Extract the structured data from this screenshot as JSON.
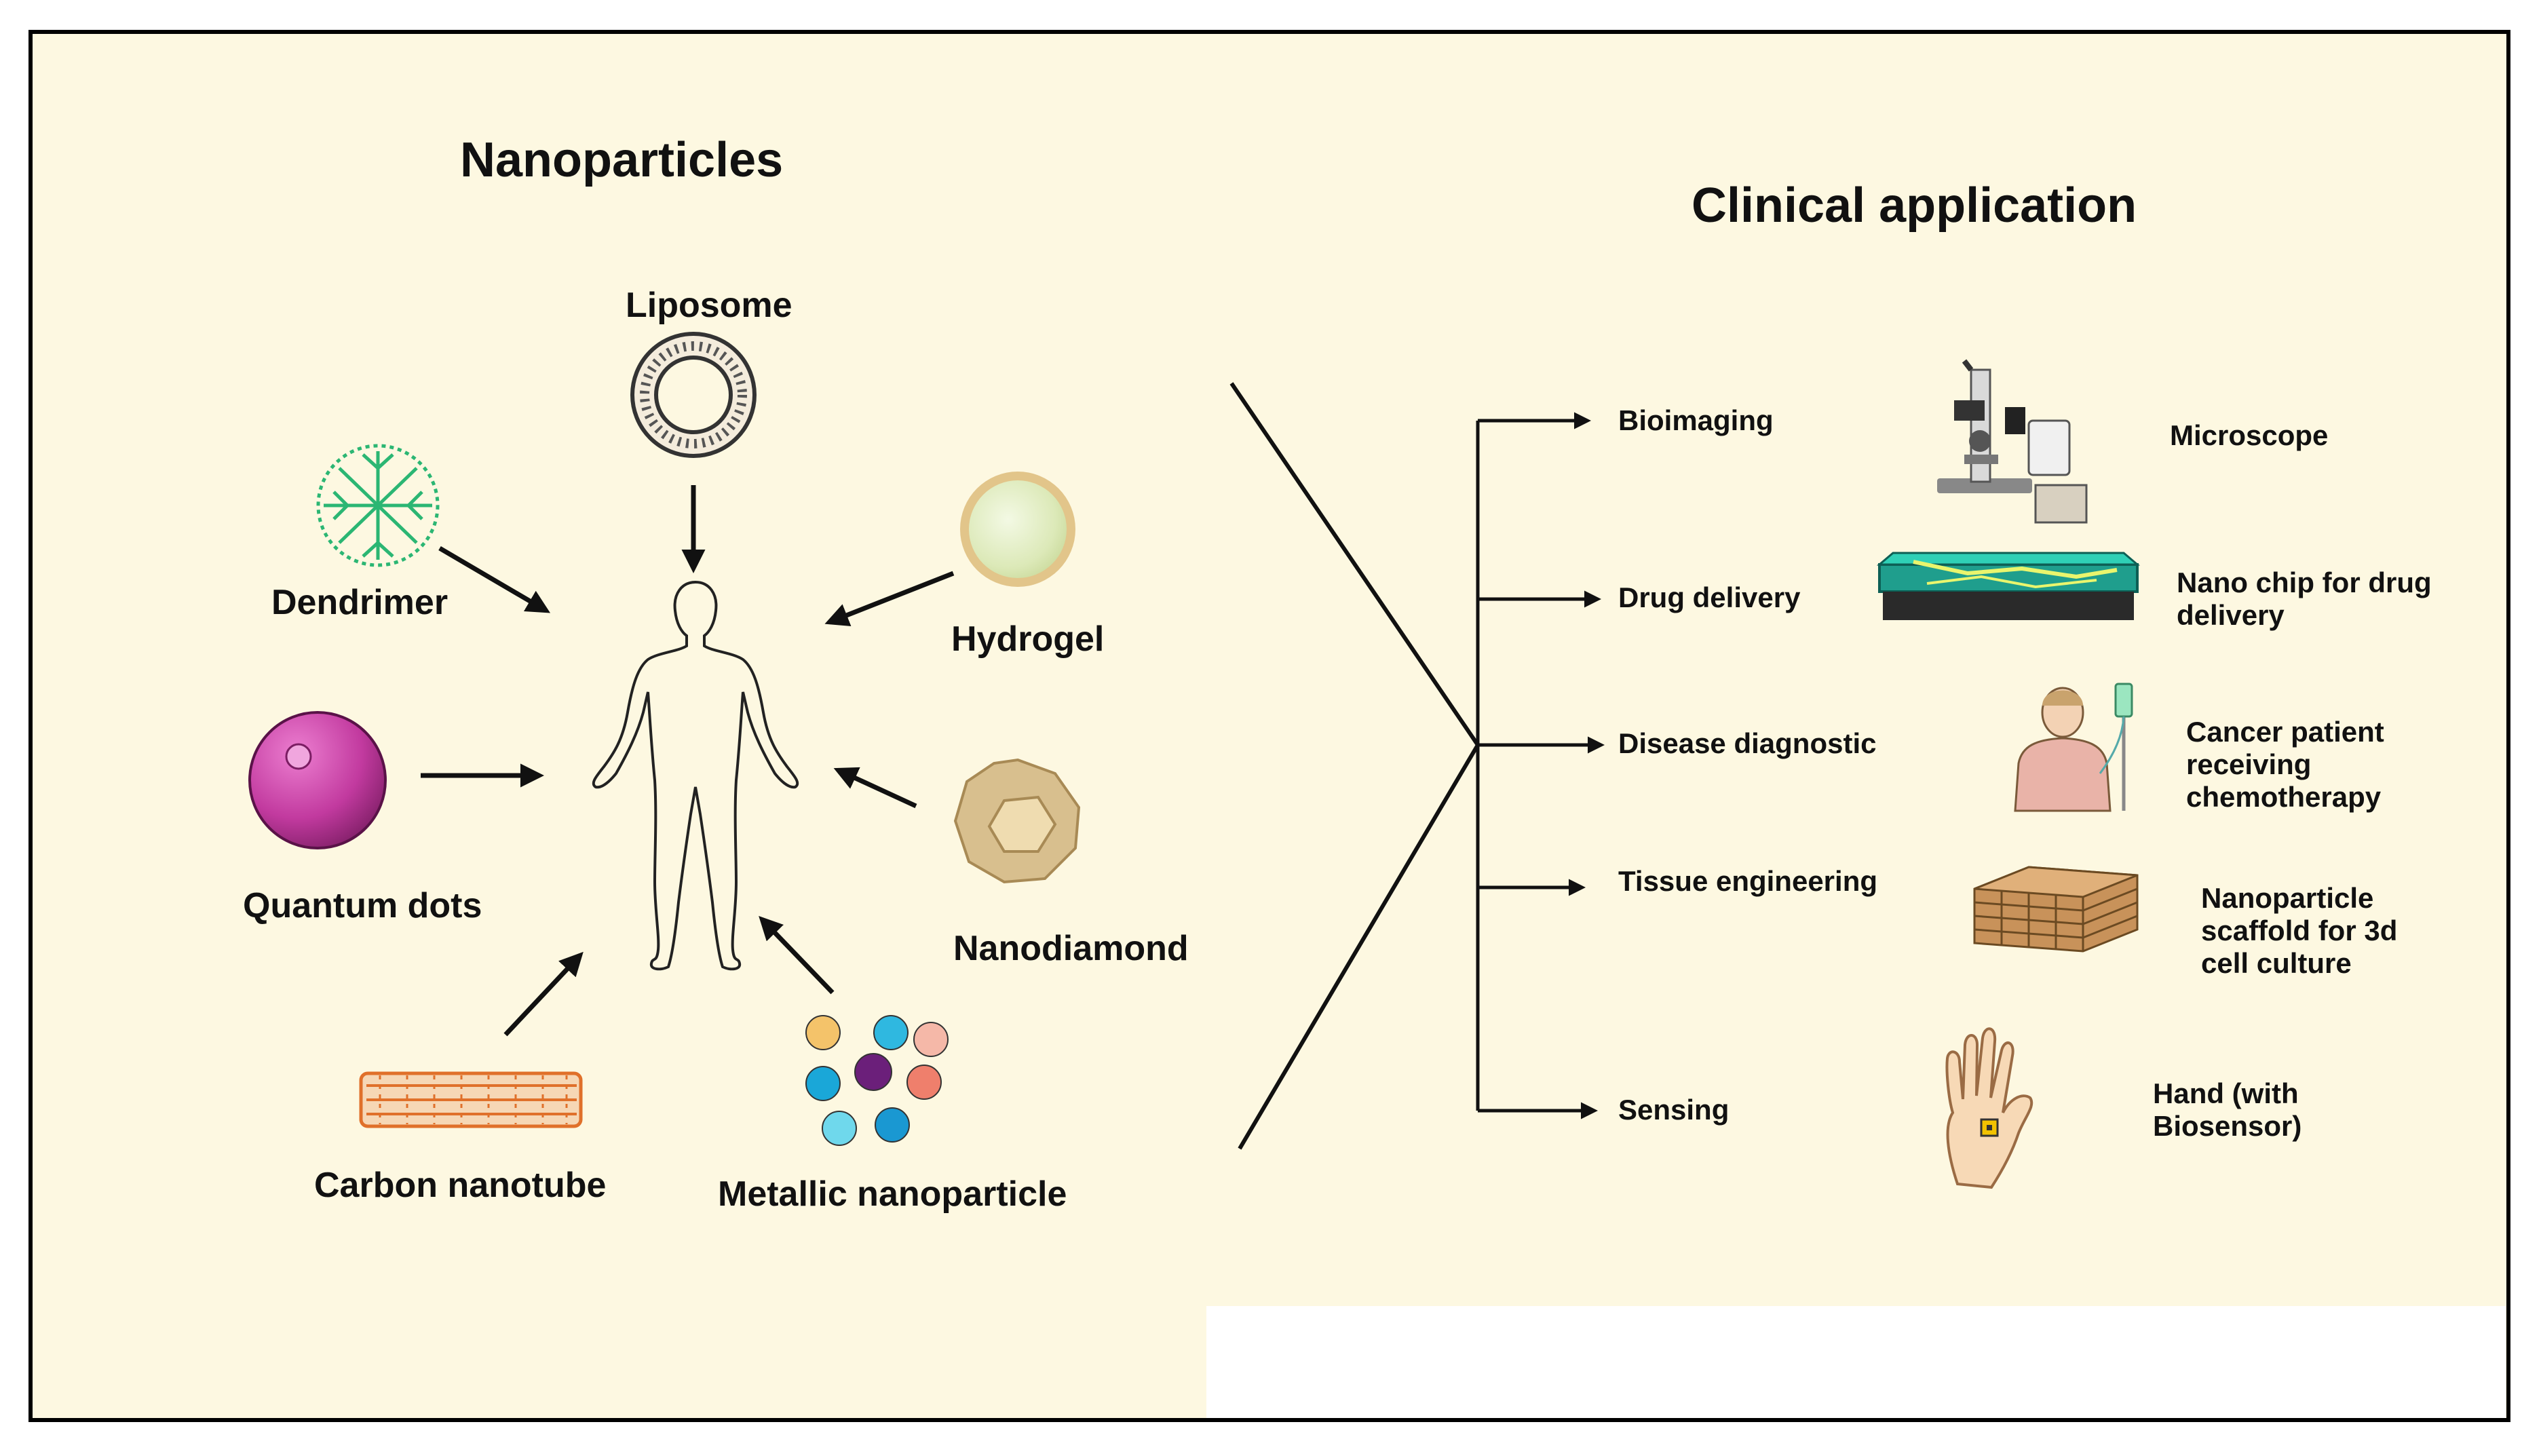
{
  "left": {
    "title": "Nanoparticles",
    "items": {
      "liposome": "Liposome",
      "dendrimer": "Dendrimer",
      "hydrogel": "Hydrogel",
      "quantum_dots": "Quantum dots",
      "nanodiamond": "Nanodiamond",
      "carbon_nanotube": "Carbon nanotube",
      "metallic_nanoparticle": "Metallic nanoparticle"
    }
  },
  "right": {
    "title": "Clinical application",
    "applications": [
      {
        "label": "Bioimaging",
        "description": "Microscope"
      },
      {
        "label": "Drug delivery",
        "description": "Nano chip for drug delivery"
      },
      {
        "label": "Disease diagnostic",
        "description": "Cancer patient receiving chemotherapy"
      },
      {
        "label": "Tissue engineering",
        "description": "Nanoparticle scaffold for 3d cell culture"
      },
      {
        "label": "Sensing",
        "description": "Hand (with Biosensor)"
      }
    ]
  },
  "colors": {
    "background": "#fdf8e1",
    "quantum_dot": "#c0399a",
    "nanotube": "#e0702a",
    "dendrimer": "#2bb673",
    "nanodiamond": "#d8bf8e",
    "hydrogel": "#dff0c8"
  }
}
